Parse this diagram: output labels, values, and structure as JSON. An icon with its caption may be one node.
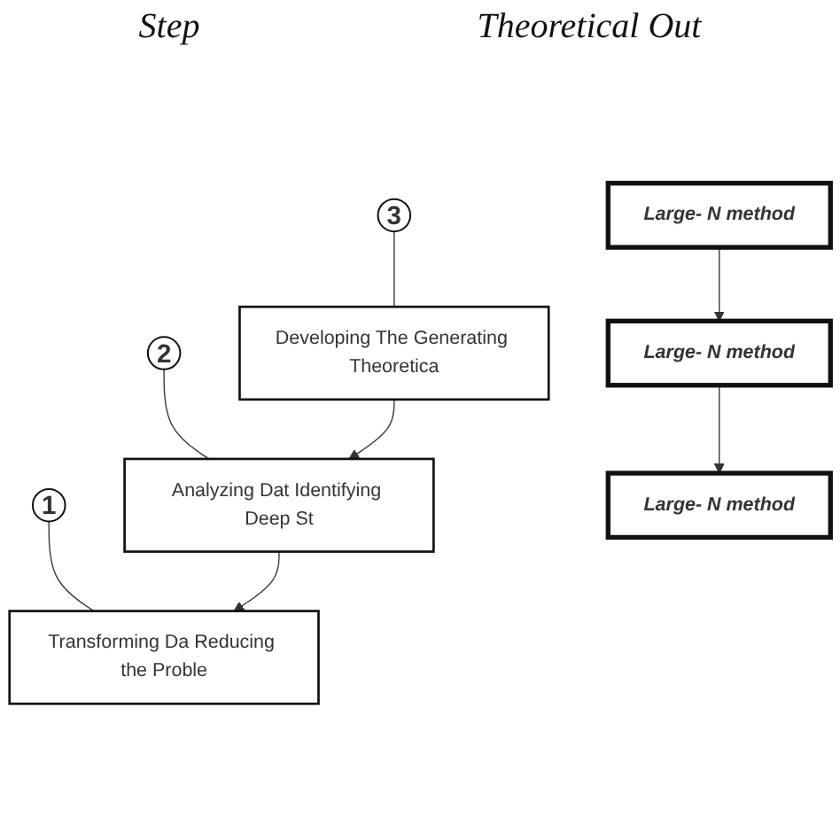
{
  "diagram": {
    "nodes": [
      {
        "text": [
          "Large- N method"
        ]
      },
      {
        "text": [
          "1"
        ]
      },
      {
        "text": [
          "Transforming Da Reducing the Proble"
        ]
      },
      {
        "text": [
          "Large- N method"
        ]
      },
      {
        "text": [
          "2"
        ]
      },
      {
        "text": [
          "Analyzing Dat Identifying Deep St"
        ]
      },
      {
        "text": [
          "Large- N method"
        ]
      },
      {
        "text": [
          "3"
        ]
      },
      {
        "text": [
          "Developing The Generating Theoretica"
        ]
      }
    ],
    "edges": [
      {
        "from": 1,
        "to": 2,
        "arrow": "none"
      },
      {
        "from": 4,
        "to": 5,
        "arrow": "none"
      },
      {
        "from": 7,
        "to": 8,
        "arrow": "none"
      },
      {
        "from": 0,
        "to": 3,
        "arrow": "to"
      },
      {
        "from": 3,
        "to": 6,
        "arrow": "to"
      },
      {
        "from": 8,
        "to": 5,
        "arrow": "to"
      },
      {
        "from": 5,
        "to": 2,
        "arrow": "to"
      }
    ],
    "labels": [
      "Step",
      "Theoretical Out"
    ]
  }
}
